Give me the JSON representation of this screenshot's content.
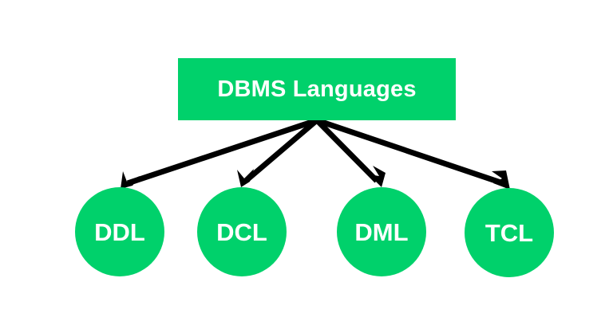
{
  "diagram": {
    "title": "DBMS Languages",
    "background_color": "#ffffff",
    "accent_color": "#00d16b",
    "text_color": "#ffffff",
    "connector_color": "#000000",
    "root": {
      "label": "DBMS Languages",
      "shape": "rectangle"
    },
    "children": [
      {
        "id": "ddl",
        "label": "DDL",
        "shape": "circle"
      },
      {
        "id": "dcl",
        "label": "DCL",
        "shape": "circle"
      },
      {
        "id": "dml",
        "label": "DML",
        "shape": "circle"
      },
      {
        "id": "tcl",
        "label": "TCL",
        "shape": "circle"
      }
    ],
    "connectors": [
      {
        "from": "DBMS Languages",
        "to": "DDL",
        "style": "arrow"
      },
      {
        "from": "DBMS Languages",
        "to": "DCL",
        "style": "arrow"
      },
      {
        "from": "DBMS Languages",
        "to": "DML",
        "style": "arrow"
      },
      {
        "from": "DBMS Languages",
        "to": "TCL",
        "style": "arrow"
      }
    ]
  }
}
